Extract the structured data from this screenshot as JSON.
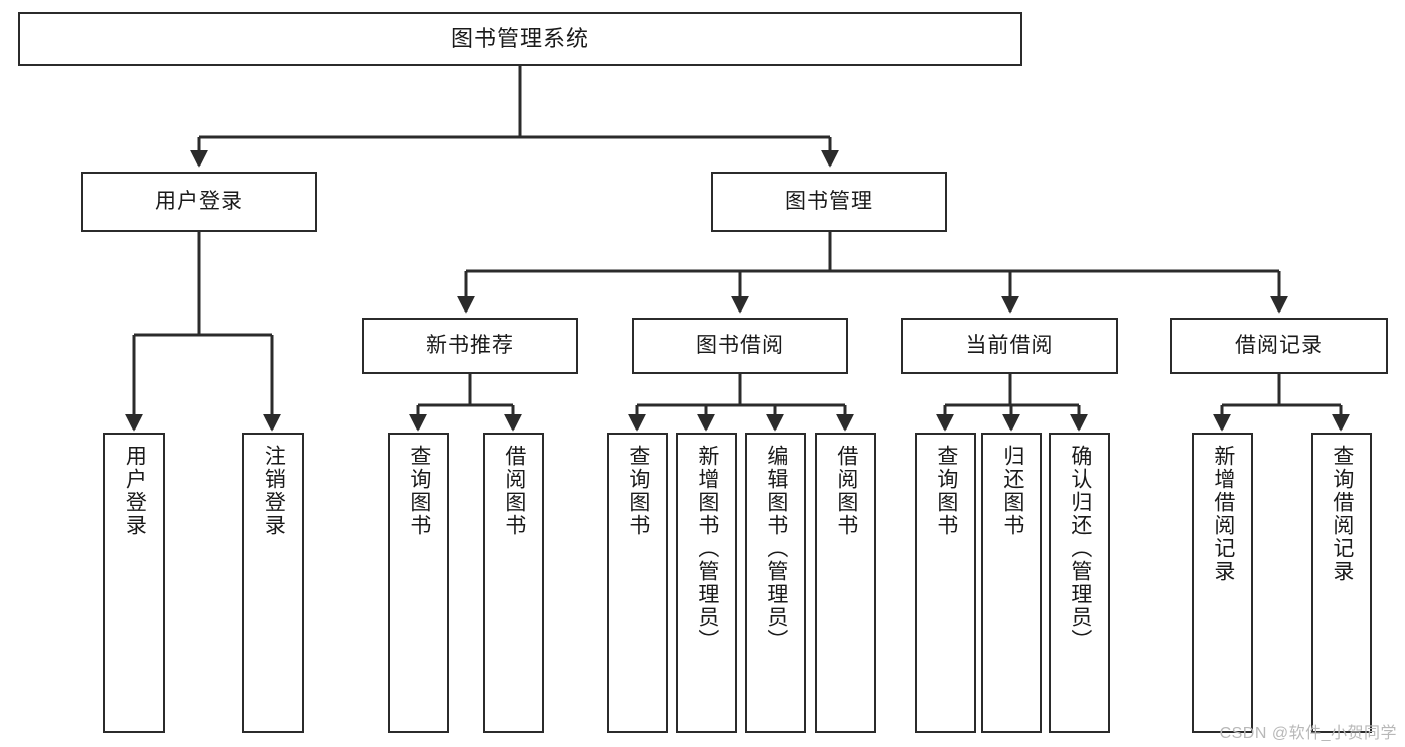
{
  "diagram": {
    "title": "图书管理系统",
    "type": "tree",
    "root": {
      "id": "root",
      "label": "图书管理系统"
    },
    "level2": [
      {
        "id": "user-login",
        "label": "用户登录"
      },
      {
        "id": "book-management",
        "label": "图书管理"
      }
    ],
    "level3": [
      {
        "id": "new-book-recommend",
        "label": "新书推荐"
      },
      {
        "id": "book-borrow",
        "label": "图书借阅"
      },
      {
        "id": "current-borrow",
        "label": "当前借阅"
      },
      {
        "id": "borrow-record",
        "label": "借阅记录"
      }
    ],
    "leaves": {
      "user_login": [
        {
          "id": "leaf-user-login",
          "label": "用户登录"
        },
        {
          "id": "leaf-logout-login",
          "label": "注销登录"
        }
      ],
      "new_book_recommend": [
        {
          "id": "leaf-query-book-1",
          "label": "查询图书"
        },
        {
          "id": "leaf-borrow-book-1",
          "label": "借阅图书"
        }
      ],
      "book_borrow": [
        {
          "id": "leaf-query-book-2",
          "label": "查询图书"
        },
        {
          "id": "leaf-add-book",
          "label": "新增图书（管理员）"
        },
        {
          "id": "leaf-edit-book",
          "label": "编辑图书（管理员）"
        },
        {
          "id": "leaf-borrow-book-2",
          "label": "借阅图书"
        }
      ],
      "current_borrow": [
        {
          "id": "leaf-query-book-3",
          "label": "查询图书"
        },
        {
          "id": "leaf-return-book",
          "label": "归还图书"
        },
        {
          "id": "leaf-confirm-return",
          "label": "确认归还（管理员）"
        }
      ],
      "borrow_record": [
        {
          "id": "leaf-add-record",
          "label": "新增借阅记录"
        },
        {
          "id": "leaf-query-record",
          "label": "查询借阅记录"
        }
      ]
    },
    "colors": {
      "border": "#2b2b2b",
      "box_fill": "#ffffff",
      "text": "#1a1a1a",
      "edge": "#2b2b2b",
      "background": "#ffffff",
      "watermark": "#b8b8b8"
    }
  },
  "watermark": {
    "text": "CSDN @软件_小贺同学"
  }
}
